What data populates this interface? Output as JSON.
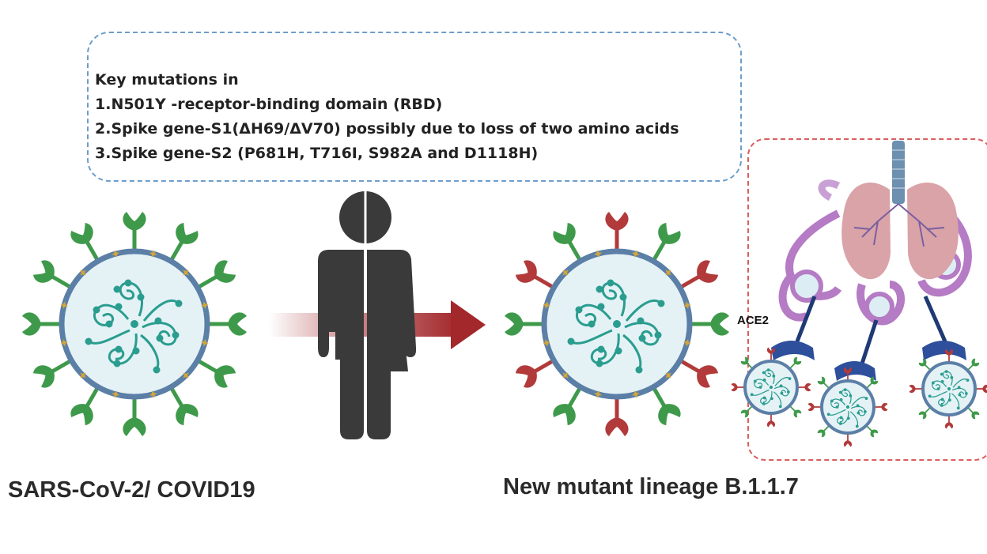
{
  "mutations": {
    "title": "Key mutations in",
    "items": [
      "1.N501Y -receptor-binding domain (RBD)",
      "2.Spike gene-S1(ΔH69/ΔV70) possibly due to loss of two amino acids",
      "3.Spike gene-S2 (P681H, T716I, S982A and D1118H)"
    ]
  },
  "labels": {
    "original": "SARS-CoV-2/ COVID19",
    "mutant": "New mutant lineage B.1.1.7",
    "receptor": "ACE2"
  },
  "colors": {
    "box_border": "#6d9ecb",
    "lung_box_border": "#d95f5f",
    "spike_green": "#3e9a4a",
    "spike_red": "#b23a3a",
    "membrane_blue": "#5b7fa6",
    "virus_core": "#e4f2f6",
    "rna_teal": "#2a9d8f",
    "human_gray": "#3a3a3a",
    "arrow_red": "#a3282b",
    "lung_pink": "#d9a3a8",
    "alveoli_purple": "#b57bc4",
    "receptor_navy": "#1f3a74"
  },
  "icons": [
    "virus-icon",
    "mutant-virus-icon",
    "human-icon",
    "lungs-icon",
    "ace2-receptor-icon"
  ]
}
